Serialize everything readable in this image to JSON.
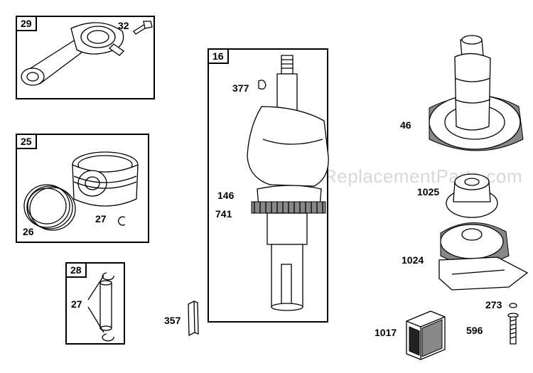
{
  "watermark": "eReplacementParts.com",
  "boxes": {
    "b29": {
      "tag": "29"
    },
    "b25": {
      "tag": "25"
    },
    "b28": {
      "tag": "28"
    },
    "b16": {
      "tag": "16"
    }
  },
  "labels": {
    "l32": "32",
    "l26": "26",
    "l27a": "27",
    "l27b": "27",
    "l357": "357",
    "l377": "377",
    "l146": "146",
    "l741": "741",
    "l46": "46",
    "l1025": "1025",
    "l1024": "1024",
    "l273": "273",
    "l596": "596",
    "l1017": "1017"
  }
}
